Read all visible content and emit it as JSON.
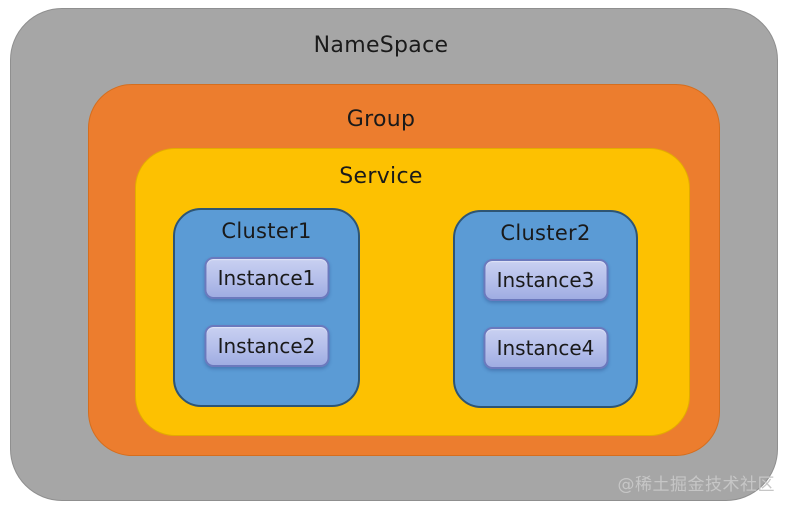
{
  "diagram": {
    "namespace": {
      "label": "NameSpace",
      "fill": "#a6a6a6"
    },
    "group": {
      "label": "Group",
      "fill": "#ec7d2e"
    },
    "service": {
      "label": "Service",
      "fill": "#fdc101"
    },
    "clusters": [
      {
        "label": "Cluster1",
        "fill": "#5b9bd5",
        "instances": [
          {
            "label": "Instance1"
          },
          {
            "label": "Instance2"
          }
        ]
      },
      {
        "label": "Cluster2",
        "fill": "#5b9bd5",
        "instances": [
          {
            "label": "Instance3"
          },
          {
            "label": "Instance4"
          }
        ]
      }
    ]
  },
  "colors": {
    "namespace_fill": "#a6a6a6",
    "group_fill": "#ec7d2e",
    "service_fill": "#fdc101",
    "cluster_fill": "#5b9bd5",
    "cluster_border": "#2e5574",
    "instance_fill": "#b4beea",
    "instance_border": "#6b79bd",
    "text": "#1a1a1a",
    "watermark": "#c6c6c6",
    "page_background": "#ffffff"
  },
  "watermark": {
    "text": "@稀土掘金技术社区"
  }
}
